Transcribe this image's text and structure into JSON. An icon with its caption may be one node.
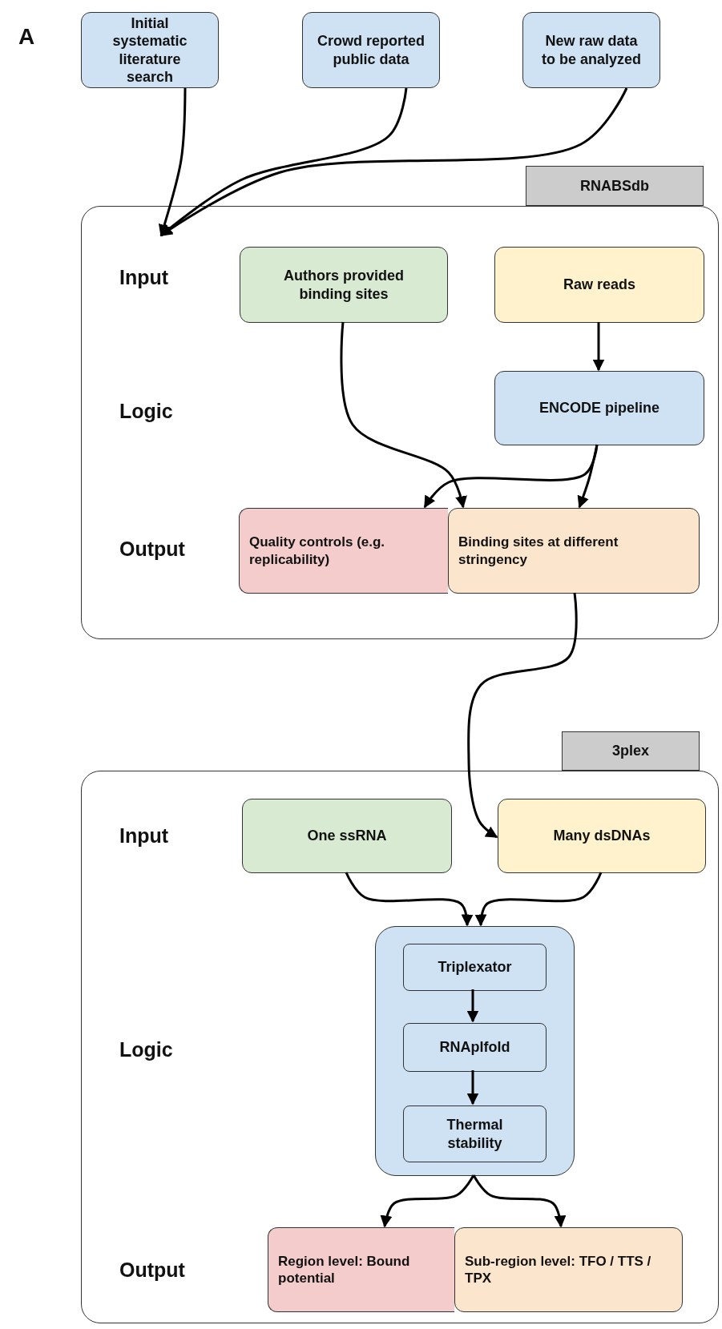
{
  "diagram": {
    "nodes": [
      {
        "text": [
          "Initial systematic literature search"
        ]
      },
      {
        "text": [
          "Crowd reported public data"
        ]
      },
      {
        "text": [
          "New raw data to be analyzed"
        ]
      },
      {
        "text": [
          "RNABSdb"
        ]
      },
      {
        "text": [],
        "shape": "box"
      },
      {
        "text": [
          "Authors provided binding sites"
        ],
        "in": 4
      },
      {
        "text": [
          "Raw reads"
        ],
        "in": 4
      },
      {
        "text": [
          "ENCODE pipeline"
        ],
        "in": 4
      },
      {
        "text": [
          "Quality controls (e.g. replicability)"
        ],
        "in": 4
      },
      {
        "text": [
          "Binding sites at different stringency"
        ],
        "in": 4
      },
      {
        "text": [
          "3plex"
        ]
      },
      {
        "text": [],
        "shape": "box"
      },
      {
        "text": [
          "One ssRNA"
        ],
        "in": 11
      },
      {
        "text": [
          "Many dsDNAs"
        ],
        "in": 11
      },
      {
        "text": [],
        "shape": "box",
        "in": 11
      },
      {
        "text": [
          "Triplexator"
        ],
        "in": 14
      },
      {
        "text": [
          "RNAplfold"
        ],
        "in": 14
      },
      {
        "text": [
          "Thermal stability"
        ],
        "in": 14
      },
      {
        "text": [
          "Region level: Bound potential"
        ],
        "in": 11
      },
      {
        "text": [
          "Sub-region level: TFO / TTS / TPX"
        ],
        "in": 11
      }
    ],
    "edges": [
      {
        "from": 0,
        "to": 4,
        "arrow": "to"
      },
      {
        "from": 1,
        "to": 4,
        "arrow": "to"
      },
      {
        "from": 2,
        "to": 4,
        "arrow": "to"
      },
      {
        "from": 6,
        "to": 7,
        "arrow": "to"
      },
      {
        "from": 7,
        "to": 8,
        "arrow": "to"
      },
      {
        "from": 7,
        "to": 9,
        "arrow": "to"
      },
      {
        "from": 5,
        "to": 9,
        "arrow": "to"
      },
      {
        "from": 9,
        "to": 13,
        "arrow": "to"
      },
      {
        "from": 12,
        "to": 14,
        "arrow": "to"
      },
      {
        "from": 13,
        "to": 14,
        "arrow": "to"
      },
      {
        "from": 15,
        "to": 16,
        "arrow": "to"
      },
      {
        "from": 16,
        "to": 17,
        "arrow": "to"
      },
      {
        "from": 14,
        "to": 18,
        "arrow": "to"
      },
      {
        "from": 14,
        "to": 19,
        "arrow": "to"
      }
    ],
    "labels": [
      "A",
      "Input",
      "Logic",
      "Output",
      "Input",
      "Logic",
      "Output"
    ]
  }
}
